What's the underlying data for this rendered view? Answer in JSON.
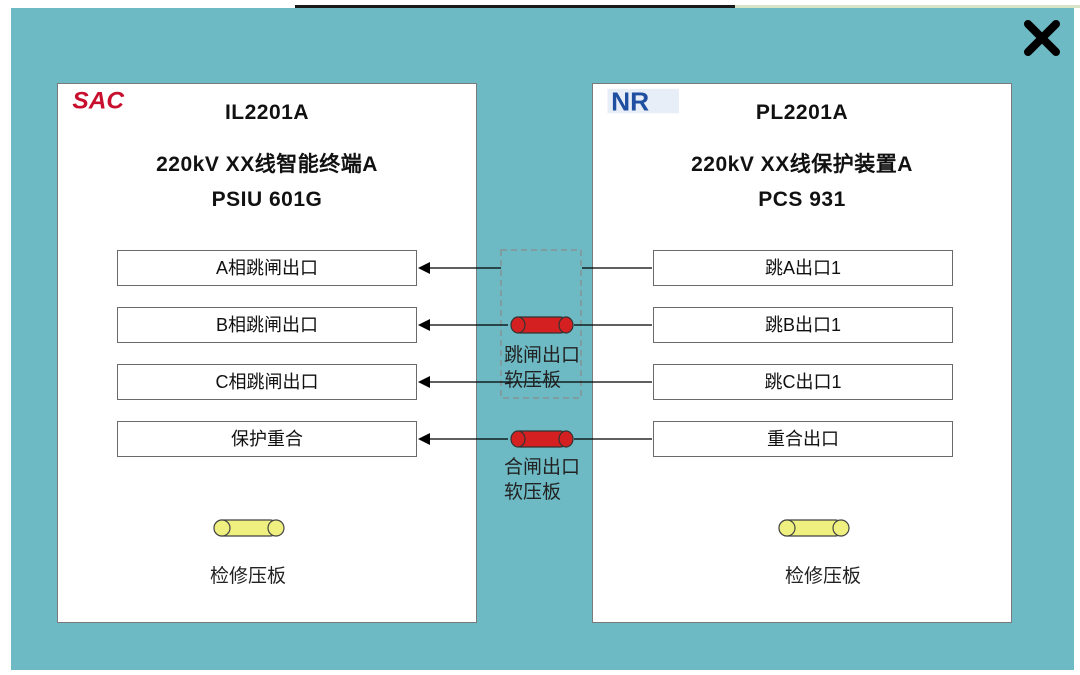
{
  "window": {
    "close_icon": "close-x-icon"
  },
  "left_device": {
    "logo": "SAC",
    "id": "IL2201A",
    "name": "220kV XX线智能终端A",
    "model": "PSIU 601G",
    "outputs": [
      "A相跳闸出口",
      "B相跳闸出口",
      "C相跳闸出口",
      "保护重合"
    ],
    "maintenance_label": "检修压板"
  },
  "right_device": {
    "logo": "NR",
    "id": "PL2201A",
    "name": "220kV XX线保护装置A",
    "model": "PCS 931",
    "outputs": [
      "跳A出口1",
      "跳B出口1",
      "跳C出口1",
      "重合出口"
    ],
    "maintenance_label": "检修压板"
  },
  "soft_plates": {
    "trip_label_1": "跳闸出口",
    "trip_label_2": "软压板",
    "close_label_1": "合闸出口",
    "close_label_2": "软压板"
  },
  "colors": {
    "panel": "#6dbac4",
    "plate_on": "#d42020",
    "maintenance_plate": "#f0f080",
    "nr_logo": "#1f4fa0",
    "sac_logo": "#c8102e"
  }
}
